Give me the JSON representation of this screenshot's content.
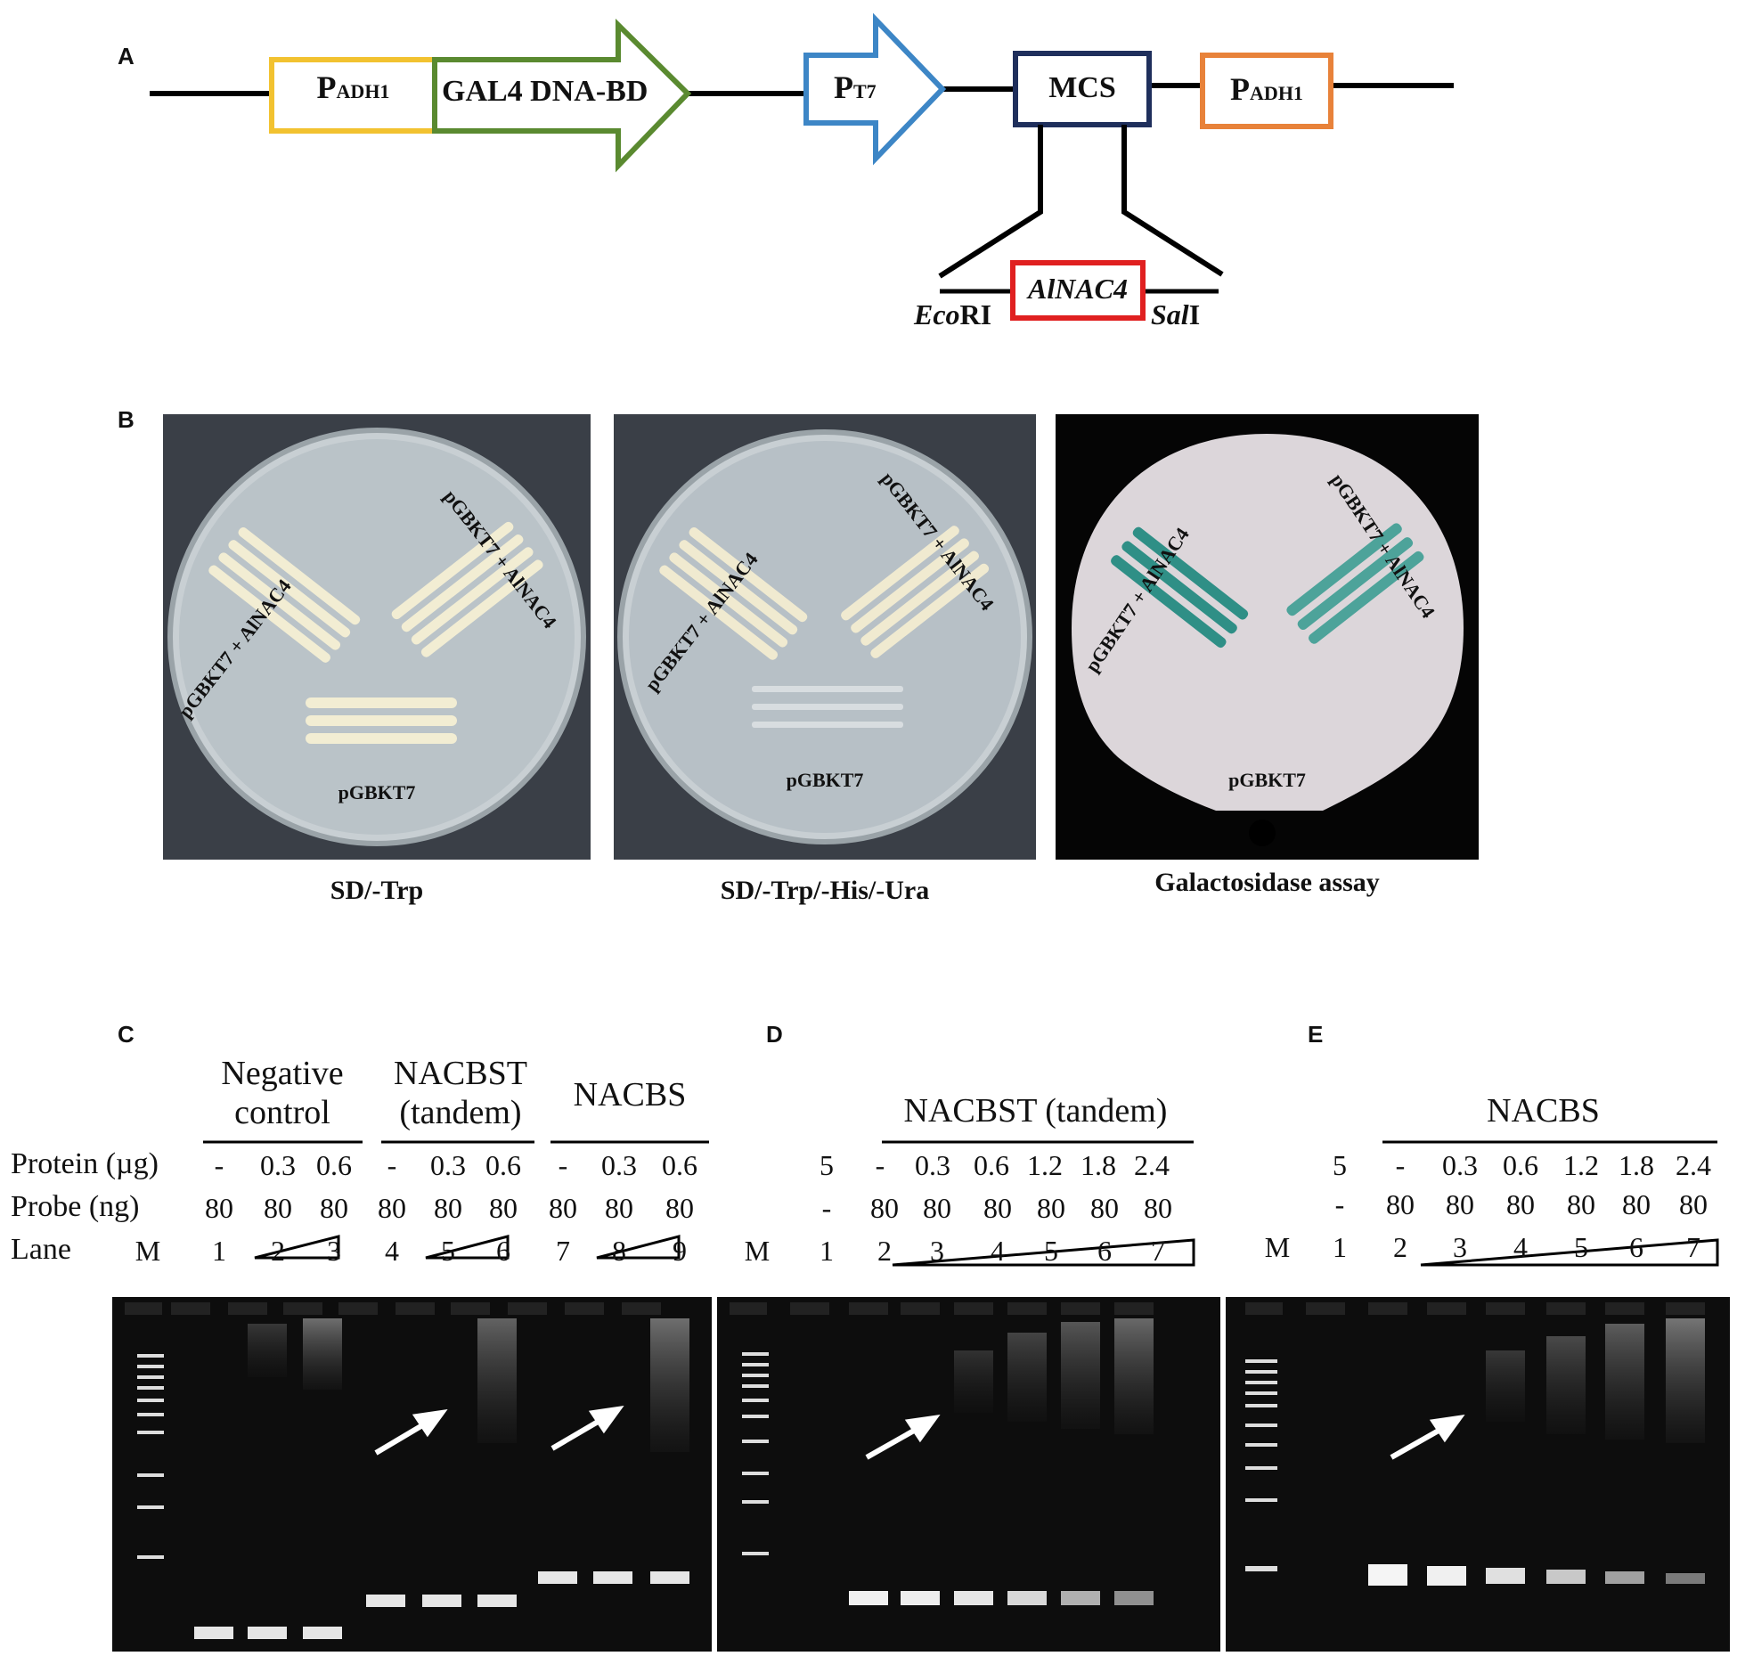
{
  "panel_labels": {
    "a": "A",
    "b": "B",
    "c": "C",
    "d": "D",
    "e": "E"
  },
  "panel_a": {
    "padh1_left": {
      "main": "P",
      "sub": "ADH1"
    },
    "bd_label": "GAL4 DNA-BD",
    "pt7": {
      "main": "P",
      "sub": "T7"
    },
    "mcs_label": "MCS",
    "padh1_right": {
      "main": "P",
      "sub": "ADH1"
    },
    "insert_label": "AlNAC4",
    "ecori": {
      "italic": "Eco",
      "rest": "RI"
    },
    "sali": {
      "italic": "Sal",
      "rest": "I"
    },
    "colors": {
      "padh1_left": "#f2c230",
      "bd": "#5a8a30",
      "pt7": "#3d86c6",
      "mcs": "#1f2f5c",
      "padh1_right": "#e8823a",
      "insert": "#e02020"
    }
  },
  "panel_b": {
    "plates": [
      {
        "caption": "SD/-Trp",
        "left_label": "pGBKT7 + AlNAC4",
        "right_label": "pGBKT7 + AlNAC4",
        "bottom_label": "pGBKT7",
        "streak_color": "#f2edd3"
      },
      {
        "caption": "SD/-Trp/-His/-Ura",
        "left_label": "pGBKT7 + AlNAC4",
        "right_label": "pGBKT7 + AlNAC4",
        "bottom_label": "pGBKT7",
        "streak_color": "#f0ead0"
      },
      {
        "caption": "Galactosidase assay",
        "left_label": "pGBKT7 + AlNAC4",
        "right_label": "pGBKT7 + AlNAC4",
        "bottom_label": "pGBKT7",
        "streak_color": "#2f8f86"
      }
    ]
  },
  "panel_c": {
    "groups": [
      {
        "line1": "Negative",
        "line2": "control"
      },
      {
        "line1": "NACBST",
        "line2": "(tandem)"
      },
      {
        "line1": "NACBS",
        "line2": ""
      }
    ],
    "row_labels": {
      "protein": "Protein (µg)",
      "probe": "Probe (ng)",
      "lane": "Lane"
    },
    "protein": [
      "-",
      "0.3",
      "0.6",
      "-",
      "0.3",
      "0.6",
      "-",
      "0.3",
      "0.6"
    ],
    "probe": [
      "80",
      "80",
      "80",
      "80",
      "80",
      "80",
      "80",
      "80",
      "80"
    ],
    "lanes": [
      "M",
      "1",
      "2",
      "3",
      "4",
      "5",
      "6",
      "7",
      "8",
      "9"
    ]
  },
  "panel_d": {
    "title": "NACBST (tandem)",
    "protein": [
      "5",
      "-",
      "0.3",
      "0.6",
      "1.2",
      "1.8",
      "2.4"
    ],
    "probe": [
      "-",
      "80",
      "80",
      "80",
      "80",
      "80",
      "80"
    ],
    "lanes": [
      "M",
      "1",
      "2",
      "3",
      "4",
      "5",
      "6",
      "7"
    ]
  },
  "panel_e": {
    "title": "NACBS",
    "protein": [
      "5",
      "-",
      "0.3",
      "0.6",
      "1.2",
      "1.8",
      "2.4"
    ],
    "probe": [
      "-",
      "80",
      "80",
      "80",
      "80",
      "80",
      "80"
    ],
    "lanes": [
      "M",
      "1",
      "2",
      "3",
      "4",
      "5",
      "6",
      "7"
    ]
  }
}
